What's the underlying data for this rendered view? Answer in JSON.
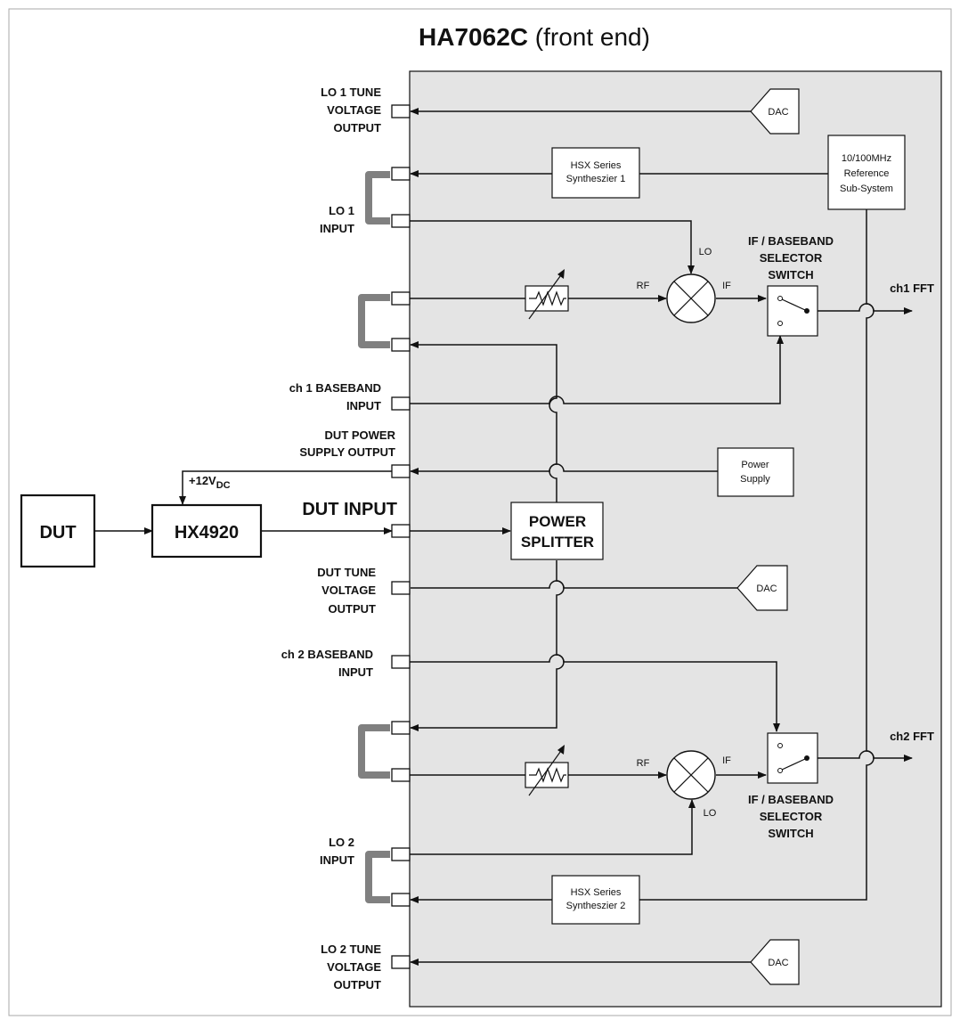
{
  "title": {
    "bold": "HA7062C",
    "rest": " (front end)"
  },
  "ports": {
    "lo1_tune": [
      "LO 1 TUNE",
      "VOLTAGE",
      "OUTPUT"
    ],
    "lo1_input": [
      "LO 1",
      "INPUT"
    ],
    "ch1_baseband": [
      "ch 1 BASEBAND",
      "INPUT"
    ],
    "dut_power": [
      "DUT POWER",
      "SUPPLY OUTPUT"
    ],
    "dut_input": "DUT INPUT",
    "dut_tune": [
      "DUT TUNE",
      "VOLTAGE",
      "OUTPUT"
    ],
    "ch2_baseband": [
      "ch 2 BASEBAND",
      "INPUT"
    ],
    "lo2_input": [
      "LO 2",
      "INPUT"
    ],
    "lo2_tune": [
      "LO 2 TUNE",
      "VOLTAGE",
      "OUTPUT"
    ]
  },
  "blocks": {
    "dac": "DAC",
    "synth1": [
      "HSX Series",
      "Syntheszier 1"
    ],
    "synth2": [
      "HSX Series",
      "Syntheszier 2"
    ],
    "reference": [
      "10/100MHz",
      "Reference",
      "Sub-System"
    ],
    "power_supply": [
      "Power",
      "Supply"
    ],
    "power_splitter": [
      "POWER",
      "SPLITTER"
    ],
    "dut": "DUT",
    "hx4920": "HX4920",
    "if_switch": [
      "IF / BASEBAND",
      "SELECTOR",
      "SWITCH"
    ]
  },
  "signals": {
    "lo": "LO",
    "rf": "RF",
    "if": "IF",
    "ch1_fft": "ch1  FFT",
    "ch2_fft": "ch2  FFT",
    "supply_voltage": "+12V",
    "supply_sub": "DC"
  }
}
